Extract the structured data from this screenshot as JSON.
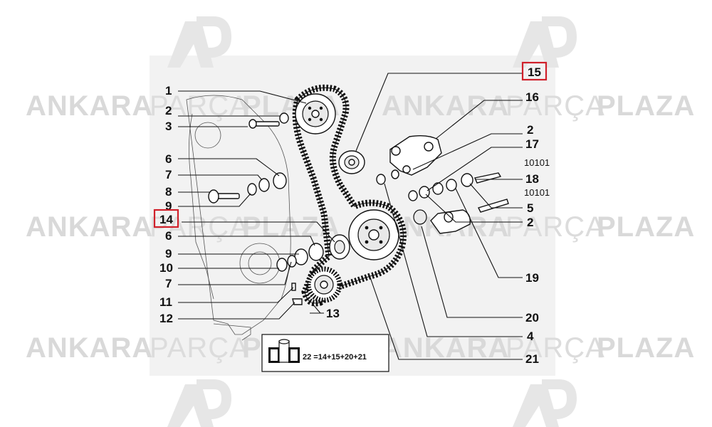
{
  "watermark": {
    "brand_bold_1": "ANKARA",
    "brand_light": "PARÇA",
    "brand_bold_2": "PLAZA",
    "logo_text": "AP"
  },
  "callouts": {
    "c1": "1",
    "c2a": "2",
    "c3": "3",
    "c6a": "6",
    "c7a": "7",
    "c8": "8",
    "c9a": "9",
    "c14": "14",
    "c6b": "6",
    "c9b": "9",
    "c10": "10",
    "c7b": "7",
    "c11": "11",
    "c12": "12",
    "c13": "13",
    "c15": "15",
    "c16": "16",
    "c2b": "2",
    "c17": "17",
    "c18": "18",
    "c5": "5",
    "c2c": "2",
    "c19": "19",
    "c20": "20",
    "c4": "4",
    "c21": "21"
  },
  "refs": {
    "r1": "10101",
    "r2": "10101"
  },
  "kit_formula": "22 =14+15+20+21",
  "highlighted": [
    "14",
    "15"
  ],
  "colors": {
    "highlight": "#d0202a",
    "watermark": "#d9d9d9",
    "ink": "#111111"
  }
}
